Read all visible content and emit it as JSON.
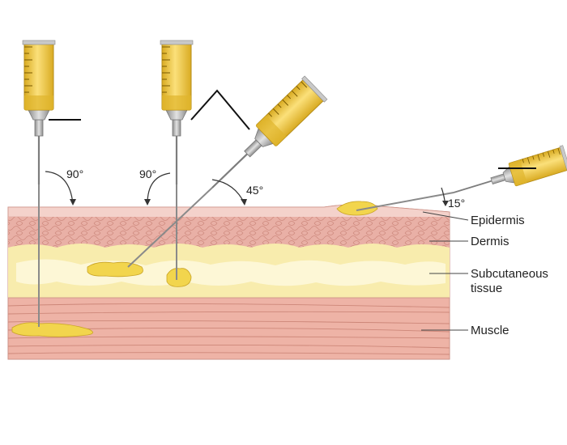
{
  "angles": {
    "intramuscular": "90°",
    "subcutaneous_90": "90°",
    "subcutaneous_45": "45°",
    "intradermal": "15°"
  },
  "layers": {
    "epidermis": "Epidermis",
    "dermis": "Dermis",
    "subcutaneous_line1": "Subcutaneous",
    "subcutaneous_line2": "tissue",
    "muscle": "Muscle"
  },
  "colors": {
    "skin_base": "#f1c9c0",
    "dermis": "#e7aaa0",
    "dermis_cell": "#cf8b80",
    "fat": "#f7eaa8",
    "fat_light": "#fdf6d3",
    "muscle": "#eeb3a6",
    "muscle_line": "#cd8779",
    "barrel": "#f6d55c",
    "barrel_dark": "#e2b52a",
    "needle": "#8a8a8a",
    "medication": "#f2d54d"
  }
}
